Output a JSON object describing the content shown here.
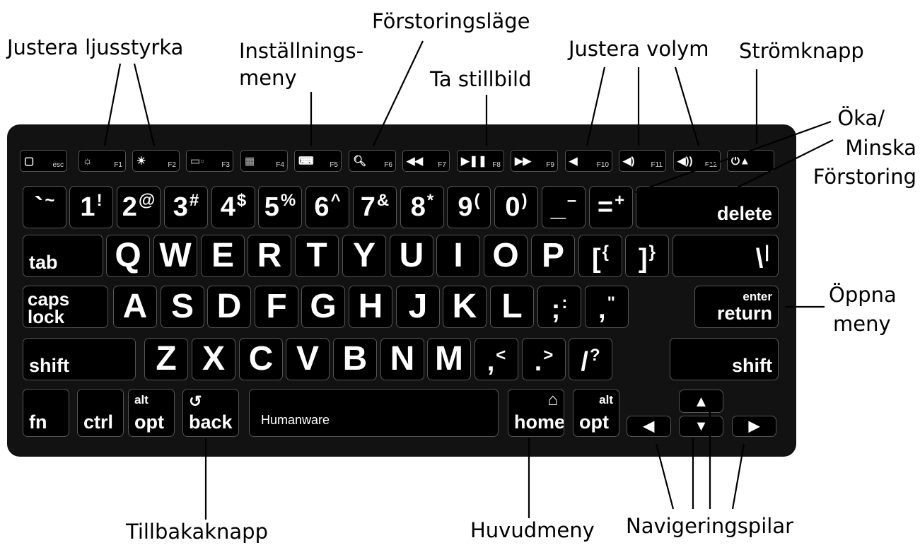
{
  "callouts": {
    "brightness": "Justera ljusstyrka",
    "settings_1": "Inställnings-",
    "settings_2": "meny",
    "magnify_mode": "Förstoringsläge",
    "snapshot": "Ta stillbild",
    "volume": "Justera volym",
    "power": "Strömknapp",
    "zoom_1": "Öka/",
    "zoom_2": "Minska",
    "zoom_3": "Förstoring",
    "open_menu_1": "Öppna",
    "open_menu_2": "meny",
    "back_button": "Tillbakaknapp",
    "main_menu": "Huvudmeny",
    "nav_arrows": "Navigeringspilar"
  },
  "function_row": [
    {
      "symbol": "▢",
      "label": "esc"
    },
    {
      "symbol": "☼",
      "label": "F1"
    },
    {
      "symbol": "☀",
      "label": "F2"
    },
    {
      "symbol": "▭▫",
      "label": "F3"
    },
    {
      "symbol": "▦",
      "label": "F4"
    },
    {
      "symbol": "⌨",
      "label": "F5"
    },
    {
      "symbol": "🔍︎",
      "label": "F6"
    },
    {
      "symbol": "◀◀",
      "label": "F7"
    },
    {
      "symbol": "▶❚❚",
      "label": "F8"
    },
    {
      "symbol": "▶▶",
      "label": "F9"
    },
    {
      "symbol": "◀",
      "label": "F10"
    },
    {
      "symbol": "◀)",
      "label": "F11"
    },
    {
      "symbol": "◀))",
      "label": "F12"
    },
    {
      "symbol": "⏻▲",
      "label": ""
    }
  ],
  "number_row": [
    {
      "main": "`",
      "shift": "~"
    },
    {
      "main": "1",
      "shift": "!"
    },
    {
      "main": "2",
      "shift": "@"
    },
    {
      "main": "3",
      "shift": "#"
    },
    {
      "main": "4",
      "shift": "$"
    },
    {
      "main": "5",
      "shift": "%"
    },
    {
      "main": "6",
      "shift": "^"
    },
    {
      "main": "7",
      "shift": "&"
    },
    {
      "main": "8",
      "shift": "*"
    },
    {
      "main": "9",
      "shift": "("
    },
    {
      "main": "0",
      "shift": ")"
    },
    {
      "main": "_",
      "shift": "–"
    },
    {
      "main": "=",
      "shift": "+"
    }
  ],
  "delete_label": "delete",
  "tab_label": "tab",
  "qwerty_row": [
    "Q",
    "W",
    "E",
    "R",
    "T",
    "Y",
    "U",
    "I",
    "O",
    "P"
  ],
  "bracket_keys": [
    {
      "main": "[",
      "shift": "{"
    },
    {
      "main": "]",
      "shift": "}"
    },
    {
      "main": "\\",
      "shift": "|"
    }
  ],
  "caps_lock": {
    "line1": "caps",
    "line2": "lock"
  },
  "asdf_row": [
    "A",
    "S",
    "D",
    "F",
    "G",
    "H",
    "J",
    "K",
    "L"
  ],
  "semicolon_keys": [
    {
      "main": ";",
      "shift": ":"
    },
    {
      "main": ",",
      "shift": "\""
    }
  ],
  "return_key": {
    "top": "enter",
    "bottom": "return"
  },
  "shift_label": "shift",
  "zxcv_row": [
    "Z",
    "X",
    "C",
    "V",
    "B",
    "N",
    "M"
  ],
  "comma_keys": [
    {
      "main": ",",
      "shift": "<"
    },
    {
      "main": ".",
      "shift": ">"
    },
    {
      "main": "/",
      "shift": "?"
    }
  ],
  "bottom_row": {
    "fn": "fn",
    "ctrl": "ctrl",
    "alt_top": "alt",
    "opt": "opt",
    "back_icon": "↺",
    "back": "back",
    "brand": "Humanware",
    "home_icon": "⌂",
    "home": "home"
  },
  "arrows": {
    "up": "▲",
    "down": "▼",
    "left": "◀",
    "right": "▶"
  }
}
